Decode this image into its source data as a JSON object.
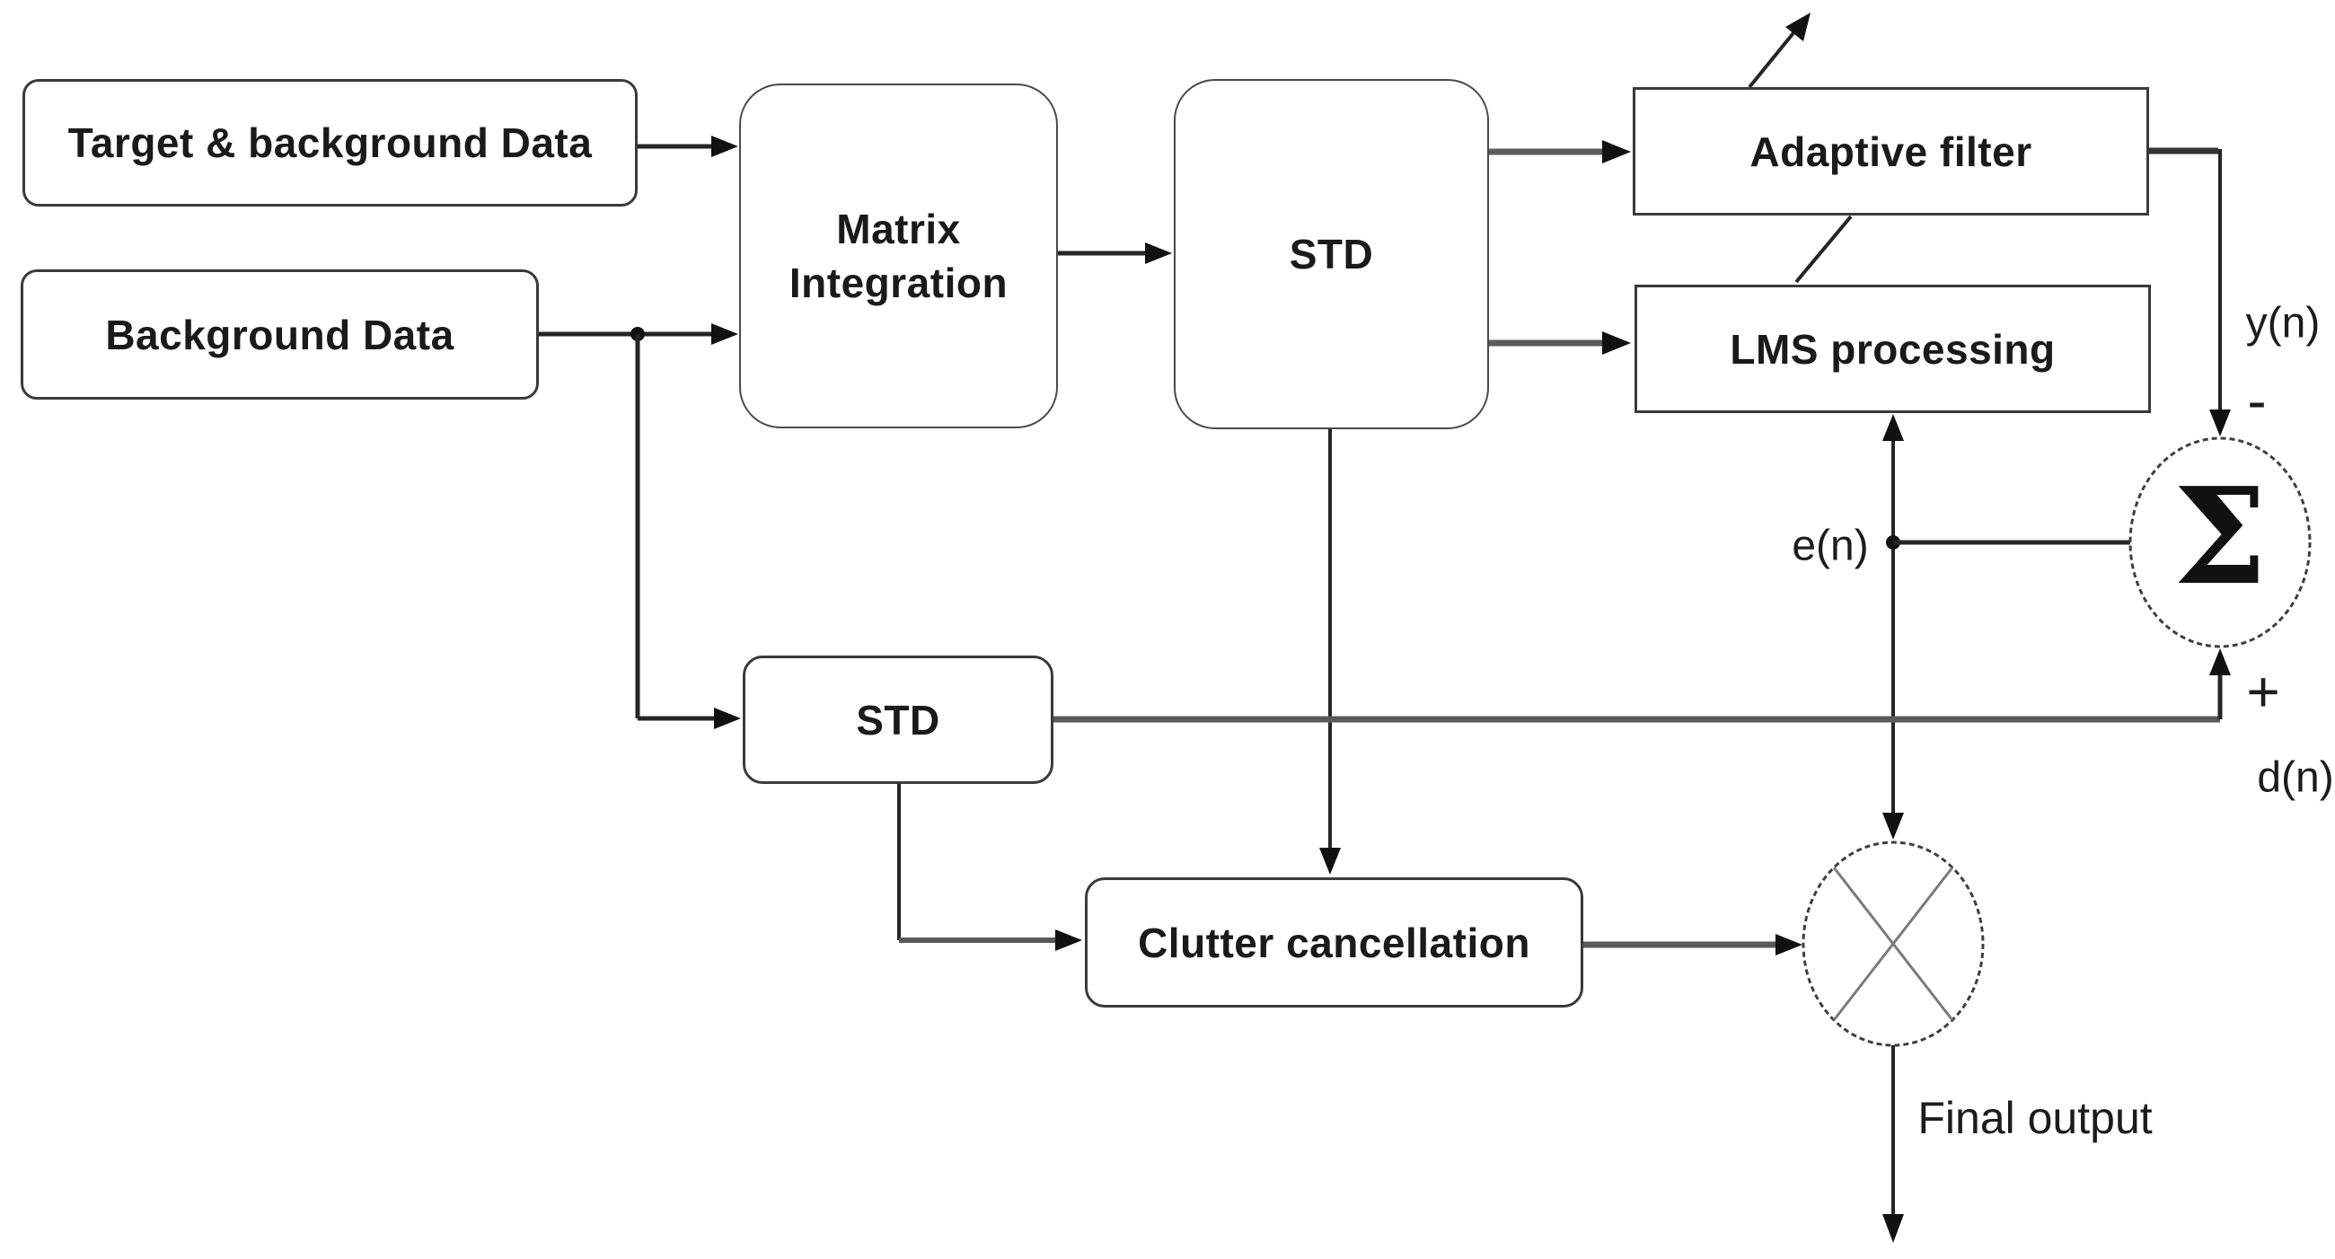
{
  "nodes": {
    "target_background": {
      "label": "Target & background Data"
    },
    "background_data": {
      "label": "Background Data"
    },
    "matrix_integration": {
      "line1": "Matrix",
      "line2": "Integration"
    },
    "std_top": {
      "label": "STD"
    },
    "adaptive_filter": {
      "label": "Adaptive filter"
    },
    "lms_processing": {
      "label": "LMS processing"
    },
    "std_lower": {
      "label": "STD"
    },
    "clutter_cancellation": {
      "label": "Clutter cancellation"
    },
    "summer": {
      "symbol": "Σ"
    }
  },
  "labels": {
    "y_n": "y(n)",
    "e_n": "e(n)",
    "d_n": "d(n)",
    "plus": "+",
    "minus": "-",
    "final_output": "Final output"
  },
  "colors": {
    "ink": "#1e1e1e",
    "line_dark": "#252525",
    "line_gray": "#5a5a5a",
    "cross_gray": "#7a7a7a",
    "background": "#ffffff"
  }
}
